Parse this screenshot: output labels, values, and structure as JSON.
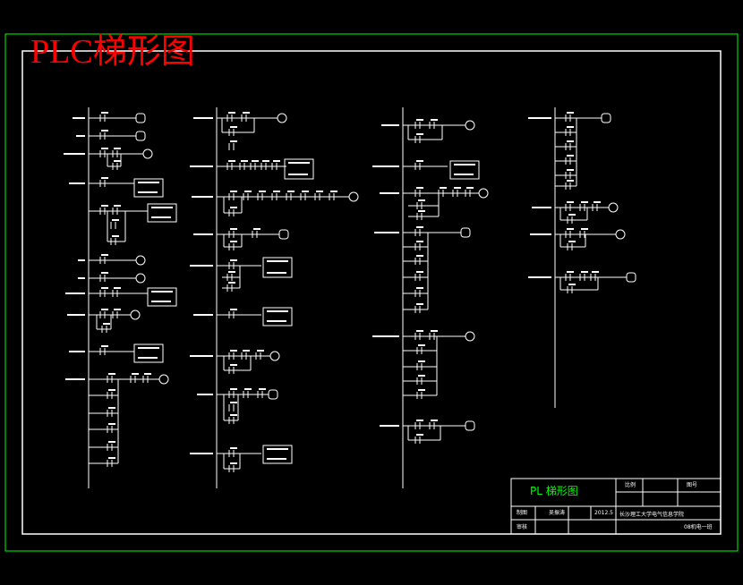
{
  "title": "PLC梯形图",
  "title_block": {
    "drawing_name": "PL 梯形图",
    "ratio_label": "比例",
    "sheet_label": "图号",
    "drawn_label": "制图",
    "drawn_by": "吴振涛",
    "date": "2012.5",
    "school": "长沙理工大学电气信息学院",
    "review_label": "审核",
    "class": "08机电一班"
  },
  "colors": {
    "background": "#000000",
    "wire": "#ffffff",
    "border_outer": "#00ff00",
    "title": "#ff0000",
    "title_block_text": "#00ff00"
  }
}
